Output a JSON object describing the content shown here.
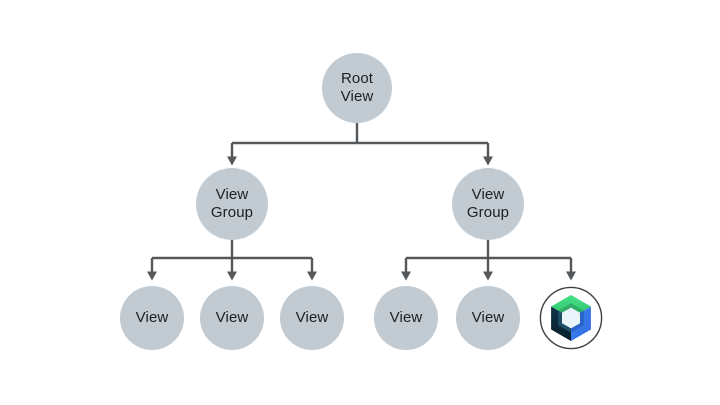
{
  "diagram": {
    "type": "tree",
    "nodes": {
      "root": {
        "label": "Root\nView"
      },
      "group_left": {
        "label": "View\nGroup"
      },
      "group_right": {
        "label": "View\nGroup"
      },
      "view_1": {
        "label": "View"
      },
      "view_2": {
        "label": "View"
      },
      "view_3": {
        "label": "View"
      },
      "view_4": {
        "label": "View"
      },
      "view_5": {
        "label": "View"
      },
      "compose_node": {
        "icon": "jetpack-compose-logo-icon"
      }
    },
    "edges": [
      "root -> group_left",
      "root -> group_right",
      "group_left -> view_1",
      "group_left -> view_2",
      "group_left -> view_3",
      "group_right -> view_4",
      "group_right -> view_5",
      "group_right -> compose_node"
    ]
  },
  "colors": {
    "background": "#ffffff",
    "node_fill": "#c2cbd1",
    "text": "#202124",
    "connector": "#54585b",
    "logo_ring": "#3c4043",
    "logo_green_1": "#46e187",
    "logo_green_2": "#2fbf6c",
    "logo_blue_1": "#4285f4",
    "logo_blue_2": "#2e6ae0",
    "logo_dark_1": "#0d3546",
    "logo_dark_2": "#081f2d",
    "logo_mid_green": "#2fae68",
    "logo_mid_blue": "#2a64cb",
    "logo_mid_teal": "#1d5065",
    "logo_center": "#e9f4fb"
  }
}
